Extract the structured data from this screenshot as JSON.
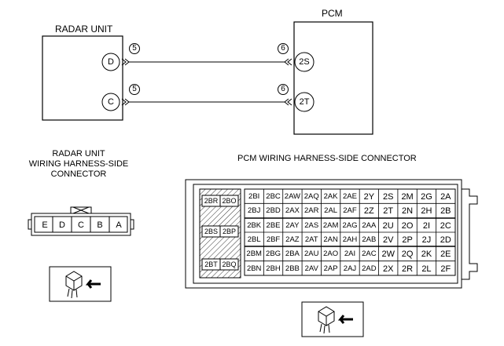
{
  "radar_unit": {
    "title": "RADAR UNIT",
    "pins": [
      "D",
      "C"
    ],
    "wire_no": "5",
    "connector_title": [
      "RADAR UNIT",
      "WIRING HARNESS-SIDE",
      "CONNECTOR"
    ],
    "connector_pins": [
      "E",
      "D",
      "C",
      "B",
      "A"
    ]
  },
  "pcm": {
    "title": "PCM",
    "pins": [
      "2S",
      "2T"
    ],
    "wire_no": "6",
    "connector_title": "PCM WIRING HARNESS-SIDE CONNECTOR",
    "left_block": [
      "2BR",
      "2BO",
      "2BS",
      "2BP",
      "2BT",
      "2BQ"
    ],
    "grid": [
      [
        "2BI",
        "2BC",
        "2AW",
        "2AQ",
        "2AK",
        "2AE",
        "2Y",
        "2S",
        "2M",
        "2G",
        "2A"
      ],
      [
        "2BJ",
        "2BD",
        "2AX",
        "2AR",
        "2AL",
        "2AF",
        "2Z",
        "2T",
        "2N",
        "2H",
        "2B"
      ],
      [
        "2BK",
        "2BE",
        "2AY",
        "2AS",
        "2AM",
        "2AG",
        "2AA",
        "2U",
        "2O",
        "2I",
        "2C"
      ],
      [
        "2BL",
        "2BF",
        "2AZ",
        "2AT",
        "2AN",
        "2AH",
        "2AB",
        "2V",
        "2P",
        "2J",
        "2D"
      ],
      [
        "2BM",
        "2BG",
        "2BA",
        "2AU",
        "2AO",
        "2AI",
        "2AC",
        "2W",
        "2Q",
        "2K",
        "2E"
      ],
      [
        "2BN",
        "2BH",
        "2BB",
        "2AV",
        "2AP",
        "2AJ",
        "2AD",
        "2X",
        "2R",
        "2L",
        "2F"
      ]
    ]
  },
  "icons": [
    "connector-view-icon",
    "connector-view-icon"
  ]
}
